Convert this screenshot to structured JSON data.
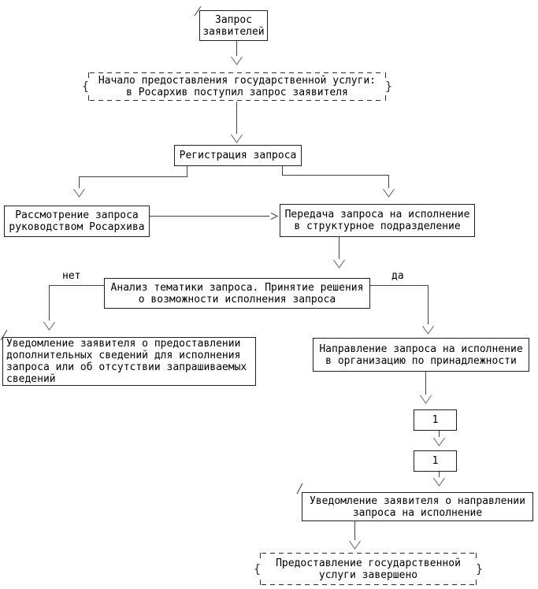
{
  "diagram": {
    "background": "#ffffff",
    "colors": {
      "box_border": "#1f1f23",
      "line": "#43434a",
      "arrowhead": "#76767c",
      "text": "#000000"
    },
    "braces": {
      "left": "{",
      "right": "}"
    },
    "branch_labels": {
      "no": "нет",
      "yes": "да"
    },
    "nodes": {
      "applicant_request": "Запрос\nзаявителей",
      "service_start": "Начало предоставления государственной услуги:\nв Росархив поступил запрос заявителя",
      "registration": "Регистрация запроса",
      "review_by_management": "Рассмотрение запроса\nруководством Росархива",
      "transfer_to_unit": "Передача запроса на исполнение\nв структурное подразделение",
      "topic_analysis": "Анализ тематики запроса. Принятие решения\nо возможности исполнения запроса",
      "notify_additional_info": "Уведомление заявителя о предоставлении\nдополнительных сведений для исполнения\nзапроса или об отсутствии запрашиваемых\nсведений",
      "forward_to_org": "Направление запроса на исполнение\nв организацию по принадлежности",
      "page_connector_1": "1",
      "page_connector_2": "1",
      "notify_request_sent": "Уведомление заявителя о направлении\nзапроса на исполнение",
      "service_end": "Предоставление государственной\nуслуги завершено"
    }
  }
}
